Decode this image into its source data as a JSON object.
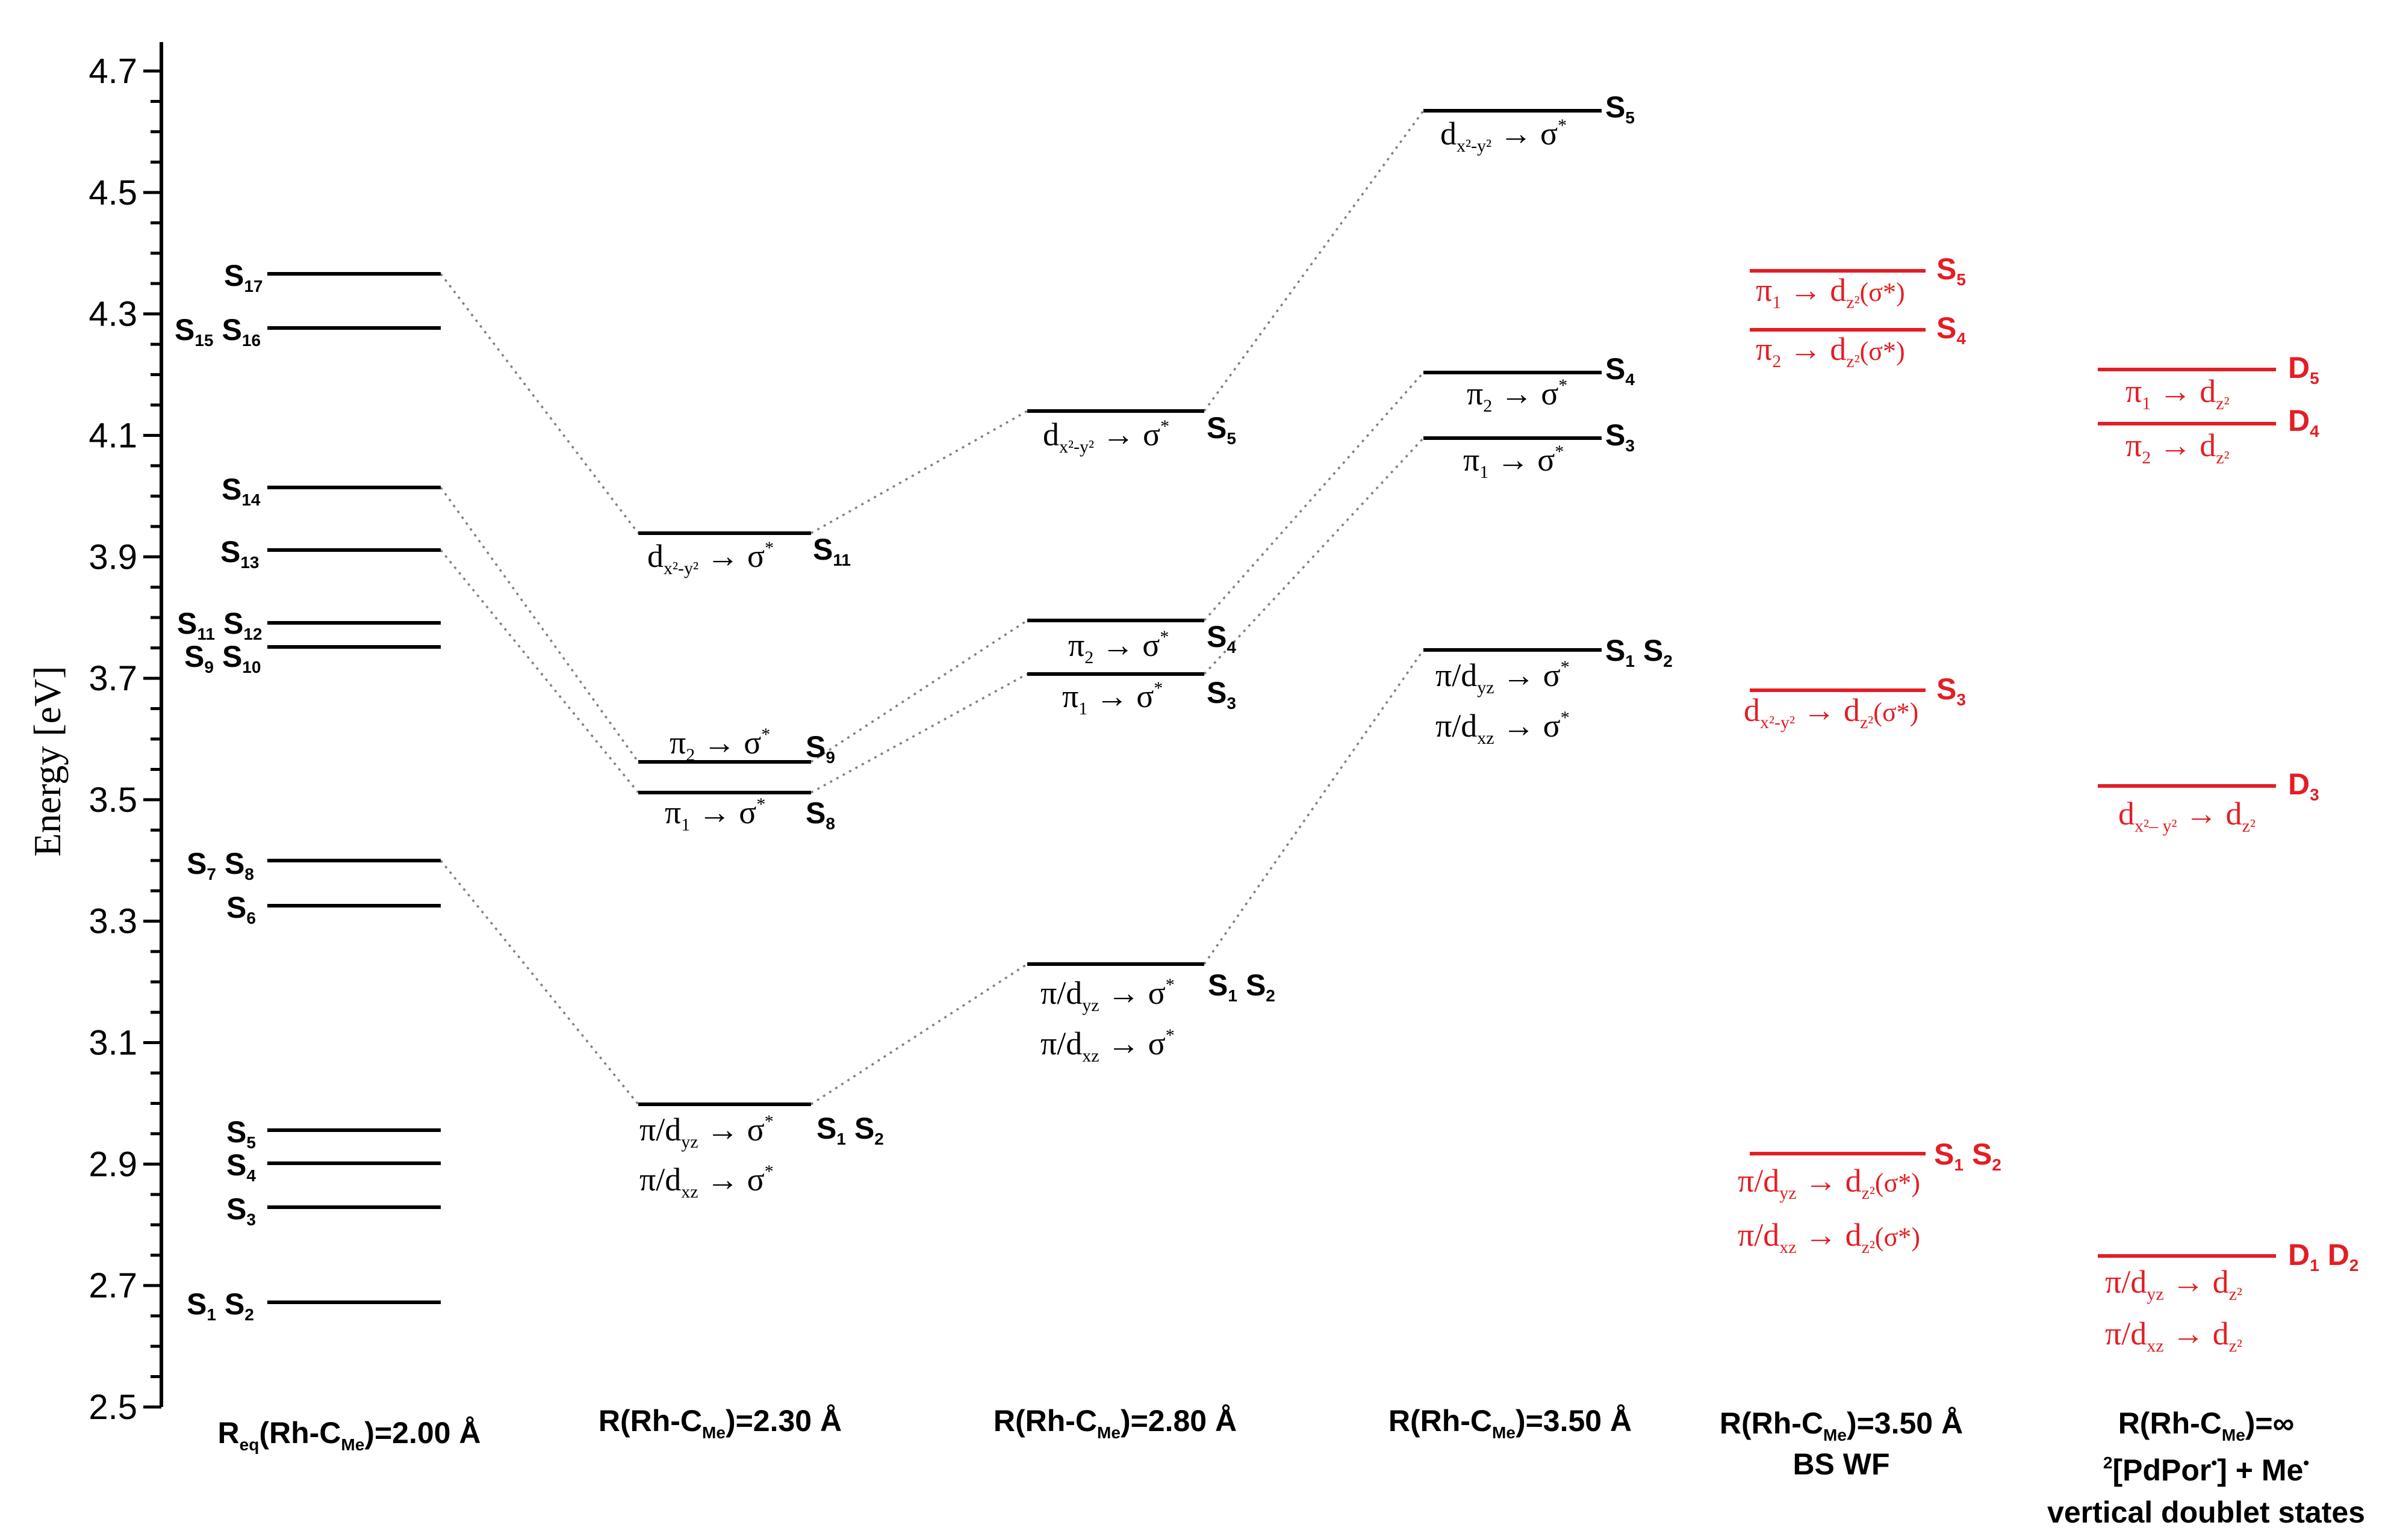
{
  "axis": {
    "label": "Energy [eV]",
    "ticks": [
      "2.5",
      "2.7",
      "2.9",
      "3.1",
      "3.3",
      "3.5",
      "3.7",
      "3.9",
      "4.1",
      "4.3",
      "4.5",
      "4.7"
    ]
  },
  "columns": {
    "c1": "R",
    "c1_sub": "eq",
    "c1_b": "(Rh-C",
    "c1_sub2": "Me",
    "c1_c": ")=2.00 Å",
    "c2": "R(Rh-C",
    "c2_sub": "Me",
    "c2_b": ")=2.30 Å",
    "c3": "R(Rh-C",
    "c3_sub": "Me",
    "c3_b": ")=2.80 Å",
    "c4": "R(Rh-C",
    "c4_sub": "Me",
    "c4_b": ")=3.50 Å",
    "c5": "R(Rh-C",
    "c5_sub": "Me",
    "c5_b": ")=3.50 Å",
    "c5_line2": "BS WF",
    "c6": "R(Rh-C",
    "c6_sub": "Me",
    "c6_b": ")=∞",
    "c6_line2_sup": "2",
    "c6_line2": "[PdPor",
    "c6_line2_dot": "•",
    "c6_line2_b": "] + Me",
    "c6_line2_dot2": "•",
    "c6_line3": "vertical doublet states"
  },
  "states": {
    "S": "S",
    "D": "D",
    "n1": "1",
    "n2": "2",
    "n3": "3",
    "n4": "4",
    "n5": "5",
    "n6": "6",
    "n7": "7",
    "n8": "8",
    "n9": "9",
    "n10": "10",
    "n11": "11",
    "n12": "12",
    "n13": "13",
    "n14": "14",
    "n15": "15",
    "n16": "16",
    "n17": "17"
  },
  "transitions": {
    "d": "d",
    "pi": "π",
    "pi_slash_d": "π/d",
    "arrow": " → ",
    "sigma_star": "σ",
    "star": "*",
    "x2y2": "x²-y²",
    "x2my2": "x²– y²",
    "yz": "yz",
    "xz": "xz",
    "z2": "z²",
    "z2_sigma": "(σ*)",
    "sub1": "1",
    "sub2": "2"
  },
  "colors": {
    "black": "#000000",
    "red": "#e31e24",
    "connector": "#808080"
  },
  "chart_data": {
    "type": "energy-level-diagram",
    "y_unit": "eV",
    "ylim": [
      2.5,
      4.7
    ],
    "columns": [
      {
        "label": "Req(Rh-CMe)=2.00 Å",
        "levels": [
          {
            "states": "S1 S2",
            "energy": 2.68
          },
          {
            "states": "S3",
            "energy": 2.83
          },
          {
            "states": "S4",
            "energy": 2.9
          },
          {
            "states": "S5",
            "energy": 2.96
          },
          {
            "states": "S6",
            "energy": 3.33
          },
          {
            "states": "S7 S8",
            "energy": 3.4
          },
          {
            "states": "S9 S10",
            "energy": 3.75
          },
          {
            "states": "S11 S12",
            "energy": 3.79
          },
          {
            "states": "S13",
            "energy": 3.91
          },
          {
            "states": "S14",
            "energy": 4.02
          },
          {
            "states": "S15 S16",
            "energy": 4.28
          },
          {
            "states": "S17",
            "energy": 4.37
          }
        ]
      },
      {
        "label": "R(Rh-CMe)=2.30 Å",
        "levels": [
          {
            "states": "S1 S2",
            "energy": 3.0,
            "transition": "π/dyz → σ*, π/dxz → σ*"
          },
          {
            "states": "S8",
            "energy": 3.51,
            "transition": "π1 → σ*"
          },
          {
            "states": "S9",
            "energy": 3.56,
            "transition": "π2 → σ*"
          },
          {
            "states": "S11",
            "energy": 3.94,
            "transition": "dx²-y² → σ*"
          }
        ]
      },
      {
        "label": "R(Rh-CMe)=2.80 Å",
        "levels": [
          {
            "states": "S1 S2",
            "energy": 3.23,
            "transition": "π/dyz → σ*, π/dxz → σ*"
          },
          {
            "states": "S3",
            "energy": 3.71,
            "transition": "π1 → σ*"
          },
          {
            "states": "S4",
            "energy": 3.8,
            "transition": "π2 → σ*"
          },
          {
            "states": "S5",
            "energy": 4.14,
            "transition": "dx²-y² → σ*"
          }
        ]
      },
      {
        "label": "R(Rh-CMe)=3.50 Å",
        "levels": [
          {
            "states": "S1 S2",
            "energy": 3.75,
            "transition": "π/dyz → σ*, π/dxz → σ*"
          },
          {
            "states": "S3",
            "energy": 4.1,
            "transition": "π1 → σ*"
          },
          {
            "states": "S4",
            "energy": 4.21,
            "transition": "π2 → σ*"
          },
          {
            "states": "S5",
            "energy": 4.64,
            "transition": "dx²-y² → σ*"
          }
        ]
      },
      {
        "label": "R(Rh-CMe)=3.50 Å BS WF",
        "color": "#e31e24",
        "levels": [
          {
            "states": "S1 S2",
            "energy": 2.92,
            "transition": "π/dyz → dz²(σ*), π/dxz → dz²(σ*)"
          },
          {
            "states": "S3",
            "energy": 3.69,
            "transition": "dx²-y² → dz²(σ*)"
          },
          {
            "states": "S4",
            "energy": 4.27,
            "transition": "π2 → dz²(σ*)"
          },
          {
            "states": "S5",
            "energy": 4.37,
            "transition": "π1 → dz²(σ*)"
          }
        ]
      },
      {
        "label": "R(Rh-CMe)=∞ 2[PdPor•] + Me• vertical doublet states",
        "color": "#e31e24",
        "levels": [
          {
            "states": "D1 D2",
            "energy": 2.76,
            "transition": "π/dyz → dz², π/dxz → dz²"
          },
          {
            "states": "D3",
            "energy": 3.54,
            "transition": "dx²– y² → dz²"
          },
          {
            "states": "D4",
            "energy": 4.13,
            "transition": "π2 → dz²"
          },
          {
            "states": "D5",
            "energy": 4.22,
            "transition": "π1 → dz²"
          }
        ]
      }
    ]
  }
}
